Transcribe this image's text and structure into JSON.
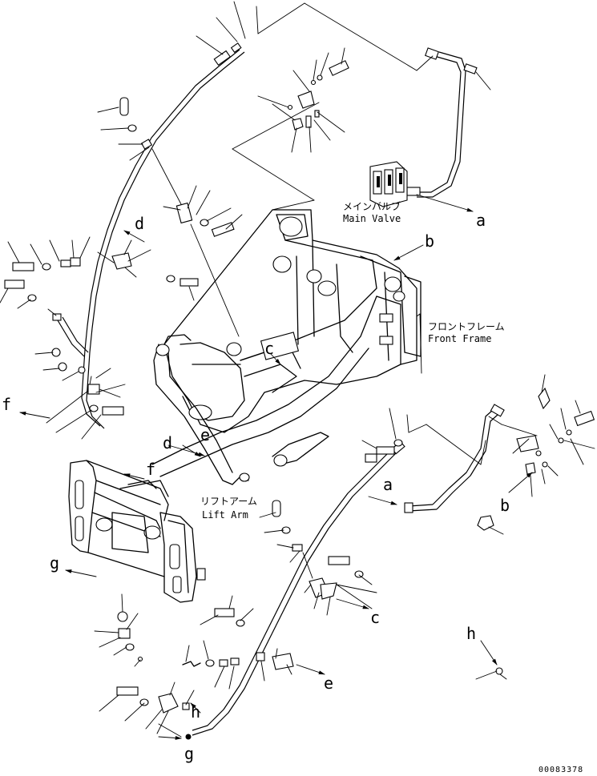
{
  "labels": {
    "main_valve_jp": "メインバルブ",
    "main_valve_en": "Main Valve",
    "front_frame_jp": "フロントフレーム",
    "front_frame_en": "Front Frame",
    "lift_arm_jp": "リフトアーム",
    "lift_arm_en": "Lift Arm"
  },
  "refs": {
    "a": "a",
    "b": "b",
    "c": "c",
    "d": "d",
    "e": "e",
    "f": "f",
    "g": "g",
    "h": "h"
  },
  "drawing_number": "00083378"
}
